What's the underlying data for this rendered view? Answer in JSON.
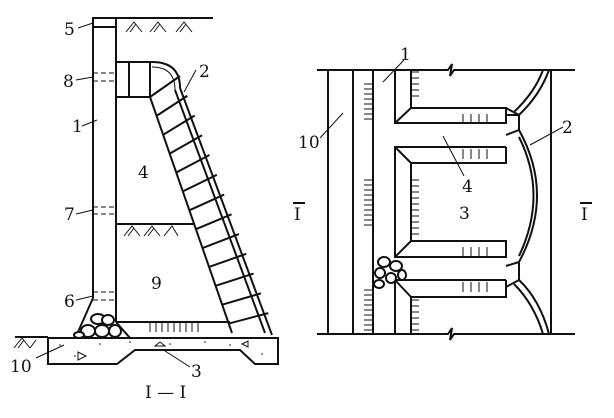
{
  "section_view": {
    "title": "I — I",
    "labels": {
      "l1": "1",
      "l2": "2",
      "l3": "3",
      "l4": "4",
      "l5": "5",
      "l6": "6",
      "l7": "7",
      "l8": "8",
      "l9": "9",
      "l10": "10"
    }
  },
  "plan_view": {
    "labels": {
      "l1": "1",
      "l2": "2",
      "l3": "3",
      "l4": "4",
      "l10": "10"
    },
    "section_mark_left": "I",
    "section_mark_right": "I"
  }
}
